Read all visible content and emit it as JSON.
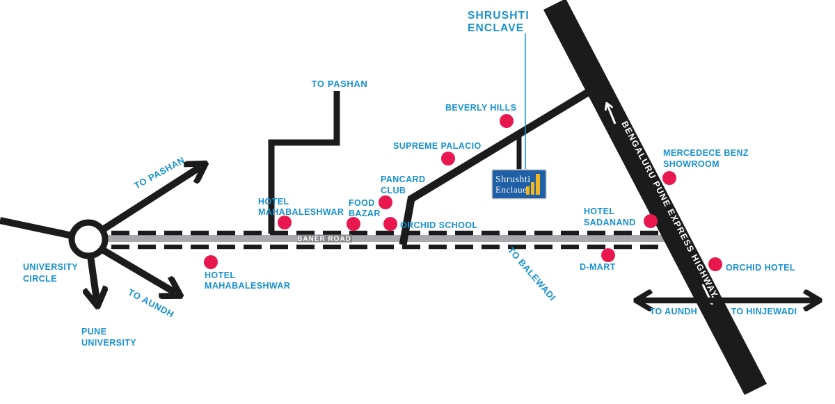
{
  "title": {
    "line1": "SHRUSHTI",
    "line2": "ENCLAVE"
  },
  "logo": {
    "line1": "Shrushti",
    "line2": "Enclaue"
  },
  "roads": {
    "baner": "BANER ROAD",
    "highway": "BENGALURU PUNE EXPRESS HIGHWAY"
  },
  "directions": {
    "to_pashan_arrow": "TO PASHAN",
    "to_pashan_top": "TO PASHAN",
    "to_aundh_circle": "TO AUNDH",
    "to_aundh_highway": "TO AUNDH",
    "to_hinjewadi": "TO HINJEWADI",
    "to_balewadi": "TO BALEWADI"
  },
  "places": {
    "university_circle": {
      "line1": "UNIVERSITY",
      "line2": "CIRCLE"
    },
    "pune_university": {
      "line1": "PUNE",
      "line2": "UNIVERSITY"
    }
  },
  "landmarks": {
    "hotel_mahabaleshwar_north": {
      "line1": "HOTEL",
      "line2": "MAHABALESHWAR"
    },
    "hotel_mahabaleshwar_south": {
      "line1": "HOTEL",
      "line2": "MAHABALESHWAR"
    },
    "food_bazar": {
      "line1": "FOOD",
      "line2": "BAZAR"
    },
    "pancard_club": {
      "line1": "PANCARD",
      "line2": "CLUB"
    },
    "orchid_school": {
      "line1": "ORCHID SCHOOL"
    },
    "beverly_hills": {
      "line1": "BEVERLY HILLS"
    },
    "supreme_palacio": {
      "line1": "SUPREME PALACIO"
    },
    "hotel_sadanand": {
      "line1": "HOTEL",
      "line2": "SADANAND"
    },
    "d_mart": {
      "line1": "D-MART"
    },
    "mercedece_benz_showroom": {
      "line1": "MERCEDECE  BENZ",
      "line2": "SHOWROOM"
    },
    "orchid_hotel": {
      "line1": "ORCHID HOTEL"
    }
  },
  "colors": {
    "label_blue": "#1791d0",
    "dot_red": "#e8184f",
    "road_black": "#1b1b1b",
    "road_gray": "#a7a9ac",
    "baner_text_bg": "#85878a",
    "logo_blue": "#1f5fa5",
    "logo_yellow": "#f2b420"
  }
}
